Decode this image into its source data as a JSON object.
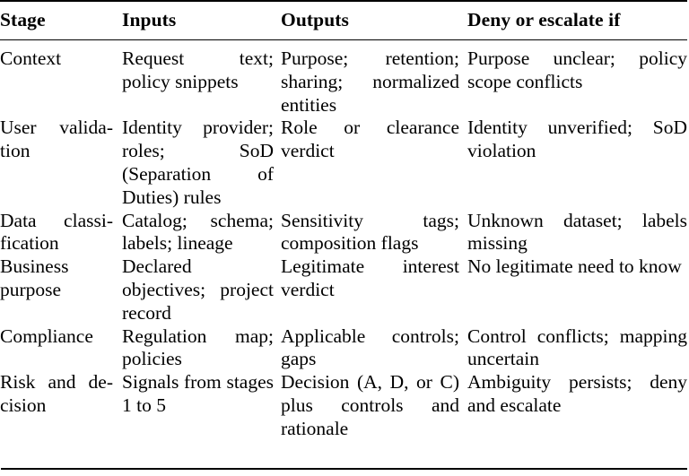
{
  "document": {
    "type": "table",
    "style": "booktabs",
    "rule_color": "#000000",
    "text_color": "#000000",
    "background_color": "#ffffff"
  },
  "table": {
    "columns": [
      {
        "key": "stage",
        "header": "Stage"
      },
      {
        "key": "inputs",
        "header": "Inputs"
      },
      {
        "key": "outputs",
        "header": "Outputs"
      },
      {
        "key": "deny",
        "header": "Deny or escalate if"
      }
    ],
    "rows": [
      {
        "stage": "Context",
        "inputs": "Request text; policy snippets",
        "outputs": "Purpose; retention; sharing; normalized entities",
        "deny": "Purpose unclear; policy scope conflicts"
      },
      {
        "stage": "User valida­tion",
        "inputs": "Identity provider; roles; SoD (Separation of Duties) rules",
        "outputs": "Role or clearance verdict",
        "deny": "Identity unverified; SoD violation"
      },
      {
        "stage": "Data classi­fication",
        "inputs": "Catalog; schema; labels; lineage",
        "outputs": "Sensitivity tags; composition flags",
        "deny": "Unknown dataset; labels missing"
      },
      {
        "stage": "Business purpose",
        "inputs": "Declared objectives; project record",
        "outputs": "Legitimate interest verdict",
        "deny": "No legitimate need to know"
      },
      {
        "stage": "Compliance",
        "inputs": "Regulation map; policies",
        "outputs": "Applicable controls; gaps",
        "deny": "Control conflicts; mapping uncertain"
      },
      {
        "stage": "Risk and de­cision",
        "inputs": "Signals from stages 1 to 5",
        "outputs": "Decision (A, D, or C) plus controls and rationale",
        "deny": "Ambiguity persists; deny and escalate"
      }
    ]
  }
}
